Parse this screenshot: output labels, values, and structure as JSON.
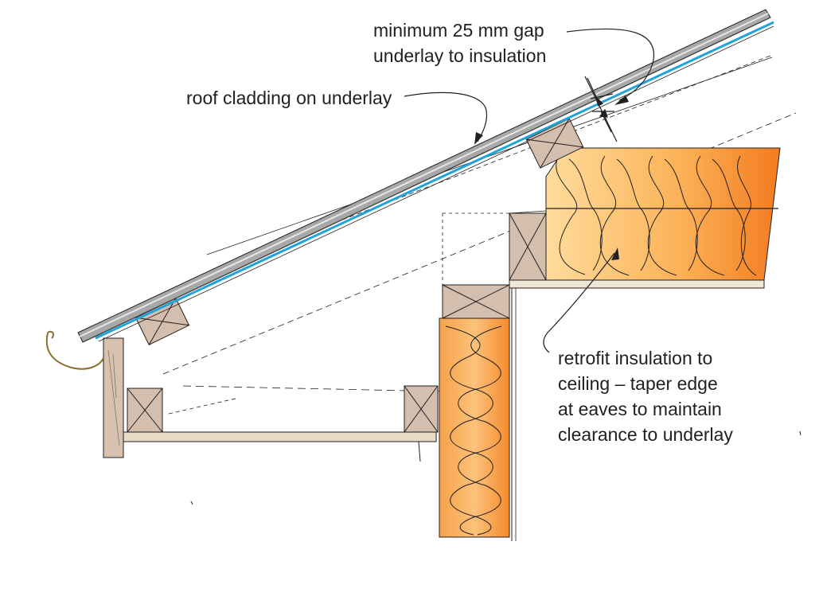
{
  "labels": {
    "gap": {
      "line1": "minimum 25 mm gap",
      "line2": "underlay to insulation"
    },
    "cladding": {
      "line1": "roof cladding on underlay"
    },
    "retrofit": {
      "line1": "retrofit insulation to",
      "line2": "ceiling – taper edge",
      "line3": "at eaves to maintain",
      "line4": "clearance to underlay"
    }
  },
  "colors": {
    "insulation_light": "#ffd891",
    "insulation_dark": "#f47b20",
    "timber": "#d7c2b0",
    "underlay": "#1fa3dc",
    "cladding": "#9c9c9c",
    "line": "#231f20"
  }
}
